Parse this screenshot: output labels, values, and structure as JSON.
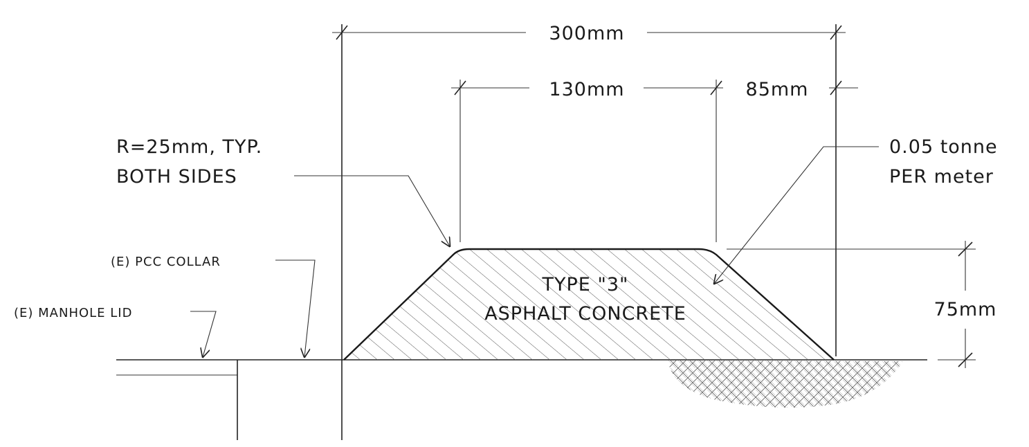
{
  "labels": {
    "dim_overall": "300mm",
    "dim_top": "130mm",
    "dim_side": "85mm",
    "dim_height": "75mm",
    "radius_line1": "R=25mm, TYP.",
    "radius_line2": "BOTH SIDES",
    "weight_line1": "0.05 tonne",
    "weight_line2": "PER meter",
    "material_line1": "TYPE \"3\"",
    "material_line2": "ASPHALT CONCRETE",
    "collar": "(E) PCC COLLAR",
    "manhole": "(E) MANHOLE LID"
  },
  "colors": {
    "line": "#222222",
    "hatch": "#555555",
    "text": "#1a1a1a",
    "background": "#ffffff"
  }
}
